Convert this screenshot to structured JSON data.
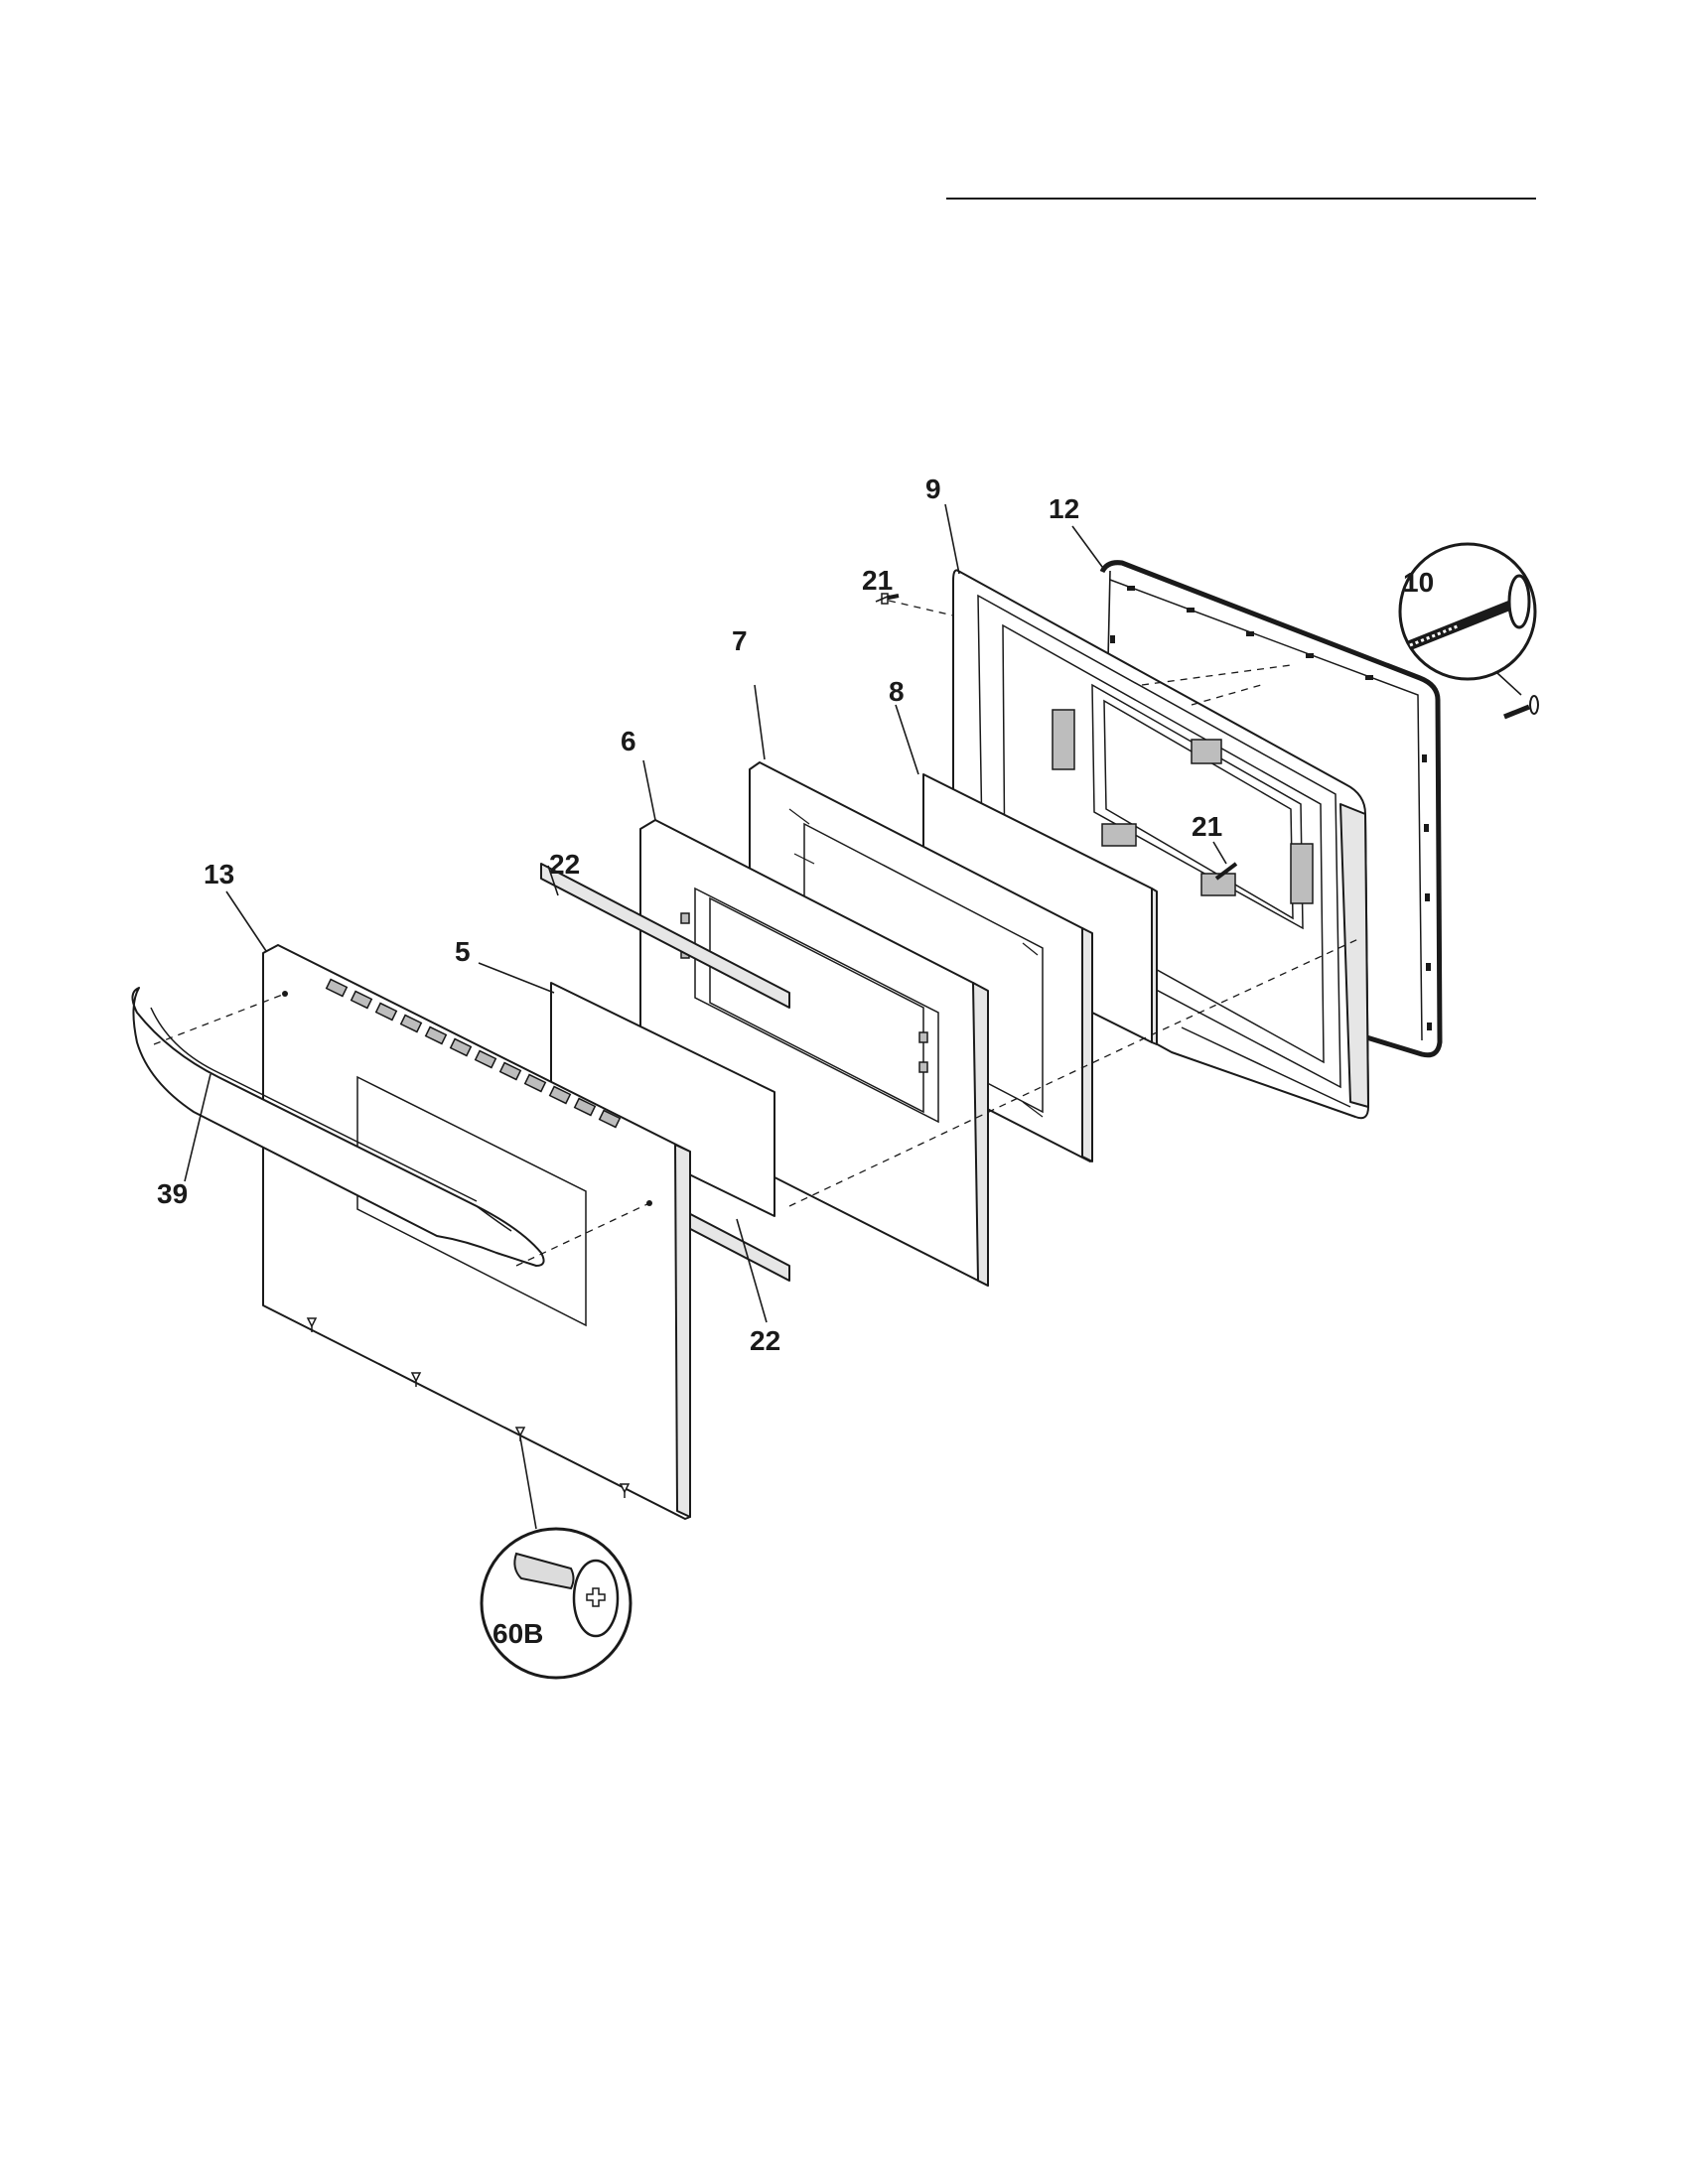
{
  "part_labels": {
    "p9": "9",
    "p12": "12",
    "p21_top": "21",
    "p10": "10",
    "p7": "7",
    "p8": "8",
    "p6": "6",
    "p21_mid": "21",
    "p22_top": "22",
    "p13": "13",
    "p5": "5",
    "p39": "39",
    "p22_bottom": "22",
    "p60b": "60B"
  }
}
